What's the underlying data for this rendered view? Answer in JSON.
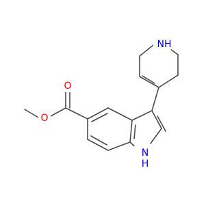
{
  "molecule": {
    "atoms": {
      "nh_piperidine": {
        "label": "NH",
        "color": "#0000ff"
      },
      "o_carbonyl": {
        "label": "O",
        "color": "#ff0000"
      },
      "o_ester": {
        "label": "O",
        "color": "#ff0000"
      },
      "nh_indole": {
        "label": "H",
        "color": "#0000ff",
        "sub": "N"
      }
    },
    "bond_color": "#4a4a4a"
  }
}
